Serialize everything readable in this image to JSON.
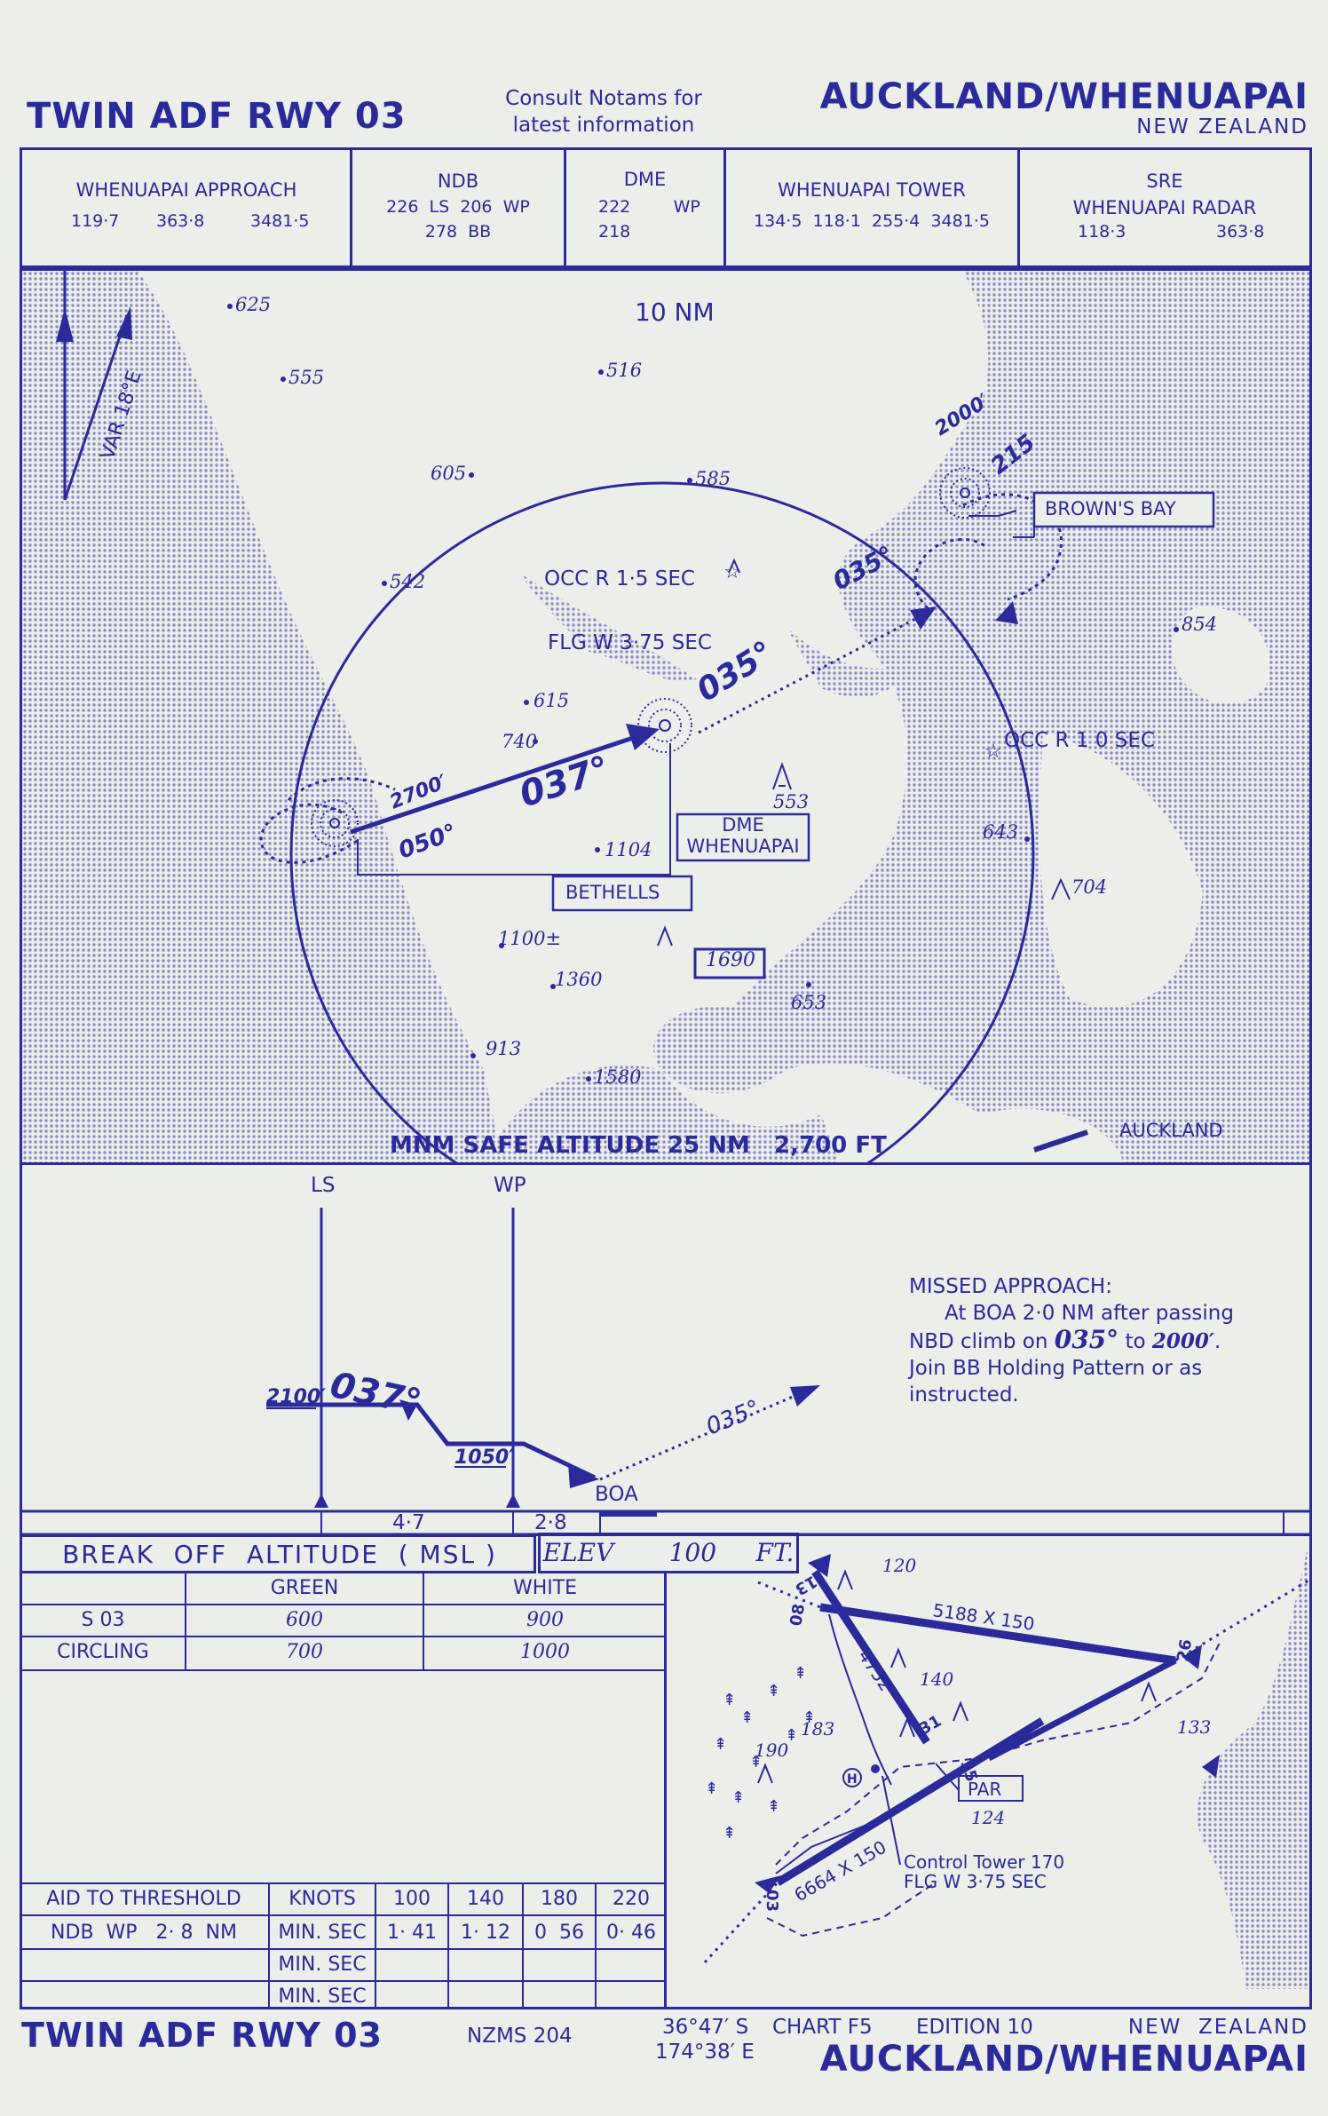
{
  "header": {
    "title_left": "TWIN ADF RWY 03",
    "notams_line1": "Consult Notams for",
    "notams_line2": "latest information",
    "title_right": "AUCKLAND/WHENUAPAI",
    "country": "NEW ZEALAND"
  },
  "freq": {
    "approach": {
      "label": "WHENUAPAI   APPROACH",
      "f1": "119·7",
      "f2": "363·8",
      "f3": "3481·5"
    },
    "ndb": {
      "label": "NDB",
      "line1": "226  LS  206  WP",
      "line2": "278  BB"
    },
    "dme": {
      "label": "DME",
      "line1": "222        WP",
      "line2": "218"
    },
    "tower": {
      "label": "WHENUAPAI TOWER",
      "line1": "134·5  118·1  255·4  3481·5"
    },
    "sre": {
      "label": "SRE",
      "line2": "WHENUAPAI RADAR",
      "f1": "118·3",
      "f2": "363·8"
    }
  },
  "plan": {
    "ring_label": "10 NM",
    "var_label": "VAR 18°E",
    "spots": [
      "625",
      "555",
      "516",
      "605",
      "585",
      "542",
      "615",
      "740",
      "1104",
      "1100±",
      "1360",
      "653",
      "913",
      "1580",
      "854",
      "643",
      "704",
      "553"
    ],
    "box_1690": "1690",
    "occ1": "OCC R 1·5 SEC",
    "flg": "FLG W  3·75 SEC",
    "occ2": "OCC R  1  0 SEC",
    "brg_035a": "035°",
    "brg_035b": "035°",
    "brg_037": "037°",
    "brg_050": "050°",
    "brg_215": "215",
    "alt_2700": "2700′",
    "alt_2000": "2000′",
    "dme_label": "DME",
    "dme_name": "WHENUAPAI",
    "bethells": "BETHELLS",
    "browns_bay": "BROWN'S BAY",
    "auckland": "AUCKLAND",
    "msa": "MNM SAFE ALTITUDE 25 NM   2,700 FT"
  },
  "profile": {
    "ls": "LS",
    "wp": "WP",
    "alt_2100": "2100′",
    "brg_037": "037°",
    "alt_1050": "1050′",
    "boa": "BOA",
    "brg_035": "035°",
    "dist_47": "4·7",
    "dist_28": "2·8",
    "missed_title": "MISSED APPROACH:",
    "missed_l1": "At BOA 2·0 NM after passing",
    "missed_l2a": "NBD climb on ",
    "missed_brg": "035°",
    "missed_l2b": " to ",
    "missed_alt": "2000′",
    "missed_l2c": ".",
    "missed_l3": "Join BB Holding Pattern or as",
    "missed_l4": "instructed."
  },
  "minima": {
    "break_off": "BREAK  OFF  ALTITUDE  ( MSL )",
    "elev": "ELEV       100     FT.",
    "col_green": "GREEN",
    "col_white": "WHITE",
    "rows": [
      {
        "label": "S 03",
        "green": "600",
        "white": "900"
      },
      {
        "label": "CIRCLING",
        "green": "700",
        "white": "1000"
      }
    ]
  },
  "timing": {
    "header": [
      "AID TO THRESHOLD",
      "KNOTS",
      "100",
      "140",
      "180",
      "220"
    ],
    "row1": [
      "NDB  WP   2· 8  NM",
      "MIN. SEC",
      "1· 41",
      "1· 12",
      "0  56",
      "0· 46"
    ],
    "row2": [
      "",
      "MIN. SEC",
      "",
      "",
      "",
      ""
    ],
    "row3": [
      "",
      "MIN. SEC",
      "",
      "",
      "",
      ""
    ]
  },
  "aerodrome": {
    "rwy_a": "5188  X  150",
    "rwy_b": "4752",
    "rwy_c": "6664  X  150",
    "e120": "120",
    "e140": "140",
    "e133": "133",
    "e190": "190",
    "e183": "183",
    "par": "PAR",
    "e124": "124",
    "tower": "Control Tower 170",
    "flg": "FLG W  3·75  SEC",
    "r08": "08",
    "r13": "13",
    "r26": "26",
    "r03": "03",
    "r31": "31",
    "r15": "15"
  },
  "footer": {
    "title_left": "TWIN ADF RWY  03",
    "nzms": "NZMS 204",
    "lat": "36°47′ S",
    "lon": "174°38′ E",
    "chart": "CHART F5",
    "edition": "EDITION 10",
    "country": "NEW  ZEALAND",
    "title_right": "AUCKLAND/WHENUAPAI"
  }
}
